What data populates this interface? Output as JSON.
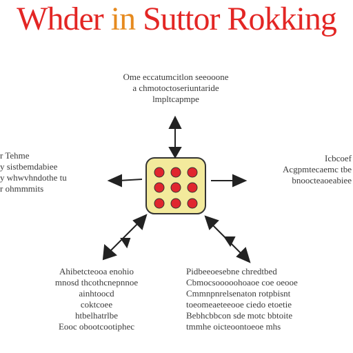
{
  "title": {
    "word1": "Whder",
    "word2": "in",
    "word3": "Suttor Rokking"
  },
  "colors": {
    "title_red": "#e32624",
    "title_orange": "#e68a1e",
    "dice_fill": "#f3ea9c",
    "dice_stroke": "#333333",
    "pip": "#e0262e",
    "arrow": "#222222",
    "text": "#3a3a3a"
  },
  "dice": {
    "pips": 9
  },
  "blocks": {
    "top": [
      "Ome eccatumcitlon seeooone",
      "a chmotoctoseriuntaride",
      "lmpltcapmpe"
    ],
    "left": [
      "r  Tehme",
      "y sistbemdabiee",
      "y whwvhndothe tu",
      "r ohmmmits"
    ],
    "right": [
      "Icbcoef",
      "Acgpmtecaemc tbe",
      "bnoocteaoeabiee"
    ],
    "bottom_left": [
      "Ahibetcteooa enohio",
      "mnosd thcothcnepnnoe",
      "ainhtoocd",
      "coktcoee",
      "htbelhatrlbe",
      "Eooc obootcootiphec"
    ],
    "bottom_right": [
      "Pidbeeoesebne  chredtbed",
      "Cbmocsooooohoaoe coe oeooe",
      "Cmmnpnrelsenaton rotpbisnt",
      "toeomeaeteeooe ciedo etoetie",
      "Bebhcbbcon sde motc bbtoite",
      "tmmhe oicteoontoeoe mhs"
    ]
  }
}
